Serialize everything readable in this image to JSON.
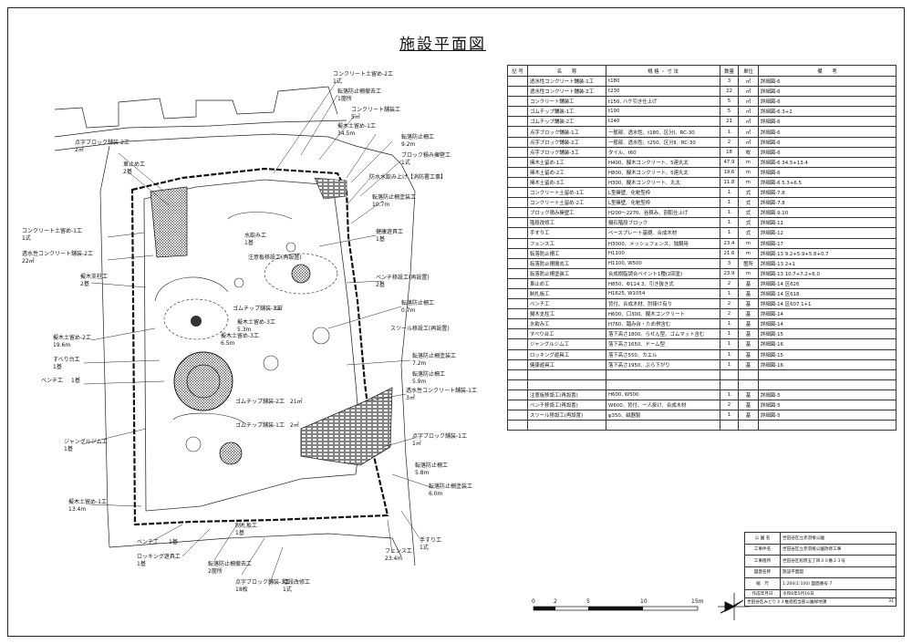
{
  "title": "施設平面図",
  "schedule": {
    "headers": [
      "記 号",
      "名　　称",
      "規 格 ・ 寸 法",
      "数量",
      "単位",
      "備　　考"
    ],
    "rows": [
      [
        "",
        "透水性コンクリート舗装-1工",
        "t180",
        "3",
        "㎡",
        "詳細図-6"
      ],
      [
        "",
        "透水性コンクリート舗装-2工",
        "t230",
        "22",
        "㎡",
        "詳細図-6"
      ],
      [
        "",
        "コンクリート舗装工",
        "t150, ハケ引き仕上げ",
        "5",
        "㎡",
        "詳細図-6"
      ],
      [
        "",
        "ゴムチップ舗装-1工",
        "t190",
        "5",
        "㎡",
        "詳細図-6  3+2"
      ],
      [
        "",
        "ゴムチップ舗装-2工",
        "t240",
        "21",
        "㎡",
        "詳細図-6"
      ],
      [
        "",
        "点字ブロック舗装-1工",
        "一般部、透水性、t180、区分Ⅰ、RC-30",
        "1",
        "㎡",
        "詳細図-6"
      ],
      [
        "",
        "点字ブロック舗装-2工",
        "一般部、透水性、t250、区分Ⅱ、RC-30",
        "2",
        "㎡",
        "詳細図-6"
      ],
      [
        "",
        "点字ブロック舗装-3工",
        "タイル、t60",
        "18",
        "枚",
        "詳細図-6"
      ],
      [
        "",
        "擁木土留め-1工",
        "H400、擬木コンクリート、5連丸太",
        "47.9",
        "m",
        "詳細図-6  34.5+13.4"
      ],
      [
        "",
        "擁木土留め-2工",
        "H800、擬木コンクリート、5連丸太",
        "19.6",
        "m",
        "詳細図-6"
      ],
      [
        "",
        "擁木土留め-3工",
        "H300、擬木コンクリート、丸太",
        "11.8",
        "m",
        "詳細図-6  5.3+6.5"
      ],
      [
        "",
        "コンクリート土留め-1工",
        "L型擁壁、化粧型枠",
        "1",
        "式",
        "詳細図-7.8"
      ],
      [
        "",
        "コンクリート土留め-2工",
        "L型擁壁、化粧型枠",
        "1",
        "式",
        "詳細図-7.8"
      ],
      [
        "",
        "ブロック積み擁壁工",
        "H200～2270、谷積み、割肌仕上げ",
        "1",
        "式",
        "詳細図-9.10"
      ],
      [
        "",
        "階段改修工",
        "擬石階段ブロック",
        "1",
        "式",
        "詳細図-11"
      ],
      [
        "",
        "手すり工",
        "ベースプレート基礎、合成木材",
        "1",
        "式",
        "詳細図-12"
      ],
      [
        "",
        "フェンス工",
        "H3000、メッシュフェンス、独鋼用",
        "23.4",
        "m",
        "詳細図-17"
      ],
      [
        "",
        "転落防止柵工",
        "H1100",
        "21.6",
        "m",
        "詳細図-13  9.2+5.9+5.8+0.7"
      ],
      [
        "",
        "転落防止柵撤去工",
        "H1100, W500",
        "3",
        "箇所",
        "詳細図-13  2+1"
      ],
      [
        "",
        "転落防止柵塗装工",
        "合成樹脂調合ペイント1種(2回塗)",
        "23.9",
        "m",
        "詳細図-13  10.7+7.2+6.0"
      ],
      [
        "",
        "車止め工",
        "H850、Φ114.3、引き抜き式",
        "2",
        "基",
        "詳細図-14  区626"
      ],
      [
        "",
        "制札板工",
        "H1625, W1054",
        "1",
        "基",
        "詳細図-14  区618"
      ],
      [
        "",
        "ベンチ工",
        "背付、合成木材、肘掛け有り",
        "2",
        "基",
        "詳細図-14  区607 1+1"
      ],
      [
        "",
        "擬木支柱工",
        "H600、口300、擬木コンクリート",
        "2",
        "基",
        "詳細図-14"
      ],
      [
        "",
        "水飲み工",
        "H760、踏み台・ため桝含む",
        "1",
        "基",
        "詳細図-14"
      ],
      [
        "",
        "すべり台工",
        "落下高さ1800、らせん型、ゴムマット含む",
        "1",
        "基",
        "詳細図-15"
      ],
      [
        "",
        "ジャングルジム工",
        "落下高さ1650、ドーム型",
        "1",
        "基",
        "詳細図-16"
      ],
      [
        "",
        "ロッキング遊具工",
        "落下高さ550、カエル",
        "1",
        "基",
        "詳細図-15"
      ],
      [
        "",
        "健康遊具工",
        "落下高さ1950、ぶら下がり",
        "1",
        "基",
        "詳細図-16"
      ],
      [
        "",
        "",
        "",
        "",
        "",
        ""
      ],
      [
        "",
        "",
        "",
        "",
        "",
        ""
      ],
      [
        "",
        "注意板移設工(再設置)",
        "H600, W500",
        "1",
        "基",
        "詳細図-5"
      ],
      [
        "",
        "ベンチ移設工(再設置)",
        "W600、背付、一人掛け、合成木材",
        "2",
        "基",
        "詳細図-5"
      ],
      [
        "",
        "スツール移設工(再設置)",
        "φ350、磁器製",
        "1",
        "基",
        "詳細図-5"
      ],
      [
        "",
        "",
        "",
        "",
        "",
        ""
      ]
    ]
  },
  "title_block": [
    {
      "k": "公 園 名",
      "v": "世田谷区立赤羽根公園"
    },
    {
      "k": "工事件名",
      "v": "世田谷区立赤羽根公園改修工事"
    },
    {
      "k": "工事箇所",
      "v": "世田谷区松原五丁目３０番２３号"
    },
    {
      "k": "図面名称",
      "v": "施設平面図"
    },
    {
      "k": "縮　尺",
      "v": "1:200(1:100)  図面番号 7"
    }
  ],
  "title_block_footer": {
    "date_label": "作成年月日",
    "date": "令和6年5月16日",
    "office": "世田谷区みどり３３推進担当部公園緑地課",
    "sheet": "31"
  },
  "scale": {
    "ticks": [
      "0",
      "2",
      "5",
      "10",
      "15m"
    ]
  },
  "plan_labels": [
    "コンクリート土留め-2工",
    "1式",
    "転落防止柵撤去工",
    "1箇所",
    "コンクリート舗装工",
    "5㎡",
    "擬木土留め-1工",
    "34.5m",
    "点字ブロック舗装-2工",
    "2㎡",
    "車止め工",
    "2基",
    "転落防止柵工",
    "9.2m",
    "ブロック積み擁壁工",
    "1式",
    "防水水飲み上げ【消防署工事】",
    "転落防止柵塗装工",
    "10.7m",
    "健康遊具工",
    "1基",
    "水飲み工",
    "1基",
    "注意板移設工(再設置)",
    "ベンチ移設工(再設置)",
    "2基",
    "スツール移設工(再設置)",
    "コンクリート土留め-1工",
    "透水性コンクリート舗装-2工",
    "22㎡",
    "擬木支柱工",
    "2基",
    "ゴムチップ舗装-1工",
    "3㎡",
    "擬木土留め-3工",
    "5.3m",
    "6.5m",
    "転落防止柵工",
    "0.7m",
    "擬木土留め-2工",
    "19.6m",
    "すべり台工",
    "1基",
    "ベンチ工",
    "1基",
    "転落防止柵塗装工",
    "7.2m",
    "転落防止柵工",
    "5.9m",
    "透水性コンクリート舗装-1工",
    "3㎡",
    "ゴムチップ舗装-2工",
    "21㎡",
    "ジャングルジム工",
    "1基",
    "ゴムチップ舗装-1工",
    "2㎡",
    "点字ブロック舗装-1工",
    "1㎡",
    "転落防止柵工",
    "5.8m",
    "転落防止柵塗装工",
    "6.0m",
    "擬木土留め-1工",
    "13.4m",
    "制札板工",
    "1基",
    "ベンチ工",
    "1基",
    "ロッキング遊具工",
    "1基",
    "転落防止柵撤去工",
    "2箇所",
    "点字ブロック舗装-3工",
    "18枚",
    "階段改修工",
    "1式",
    "フェンス工",
    "23.4m",
    "手すり工",
    "1式"
  ],
  "north_icon": "north-arrow-icon"
}
